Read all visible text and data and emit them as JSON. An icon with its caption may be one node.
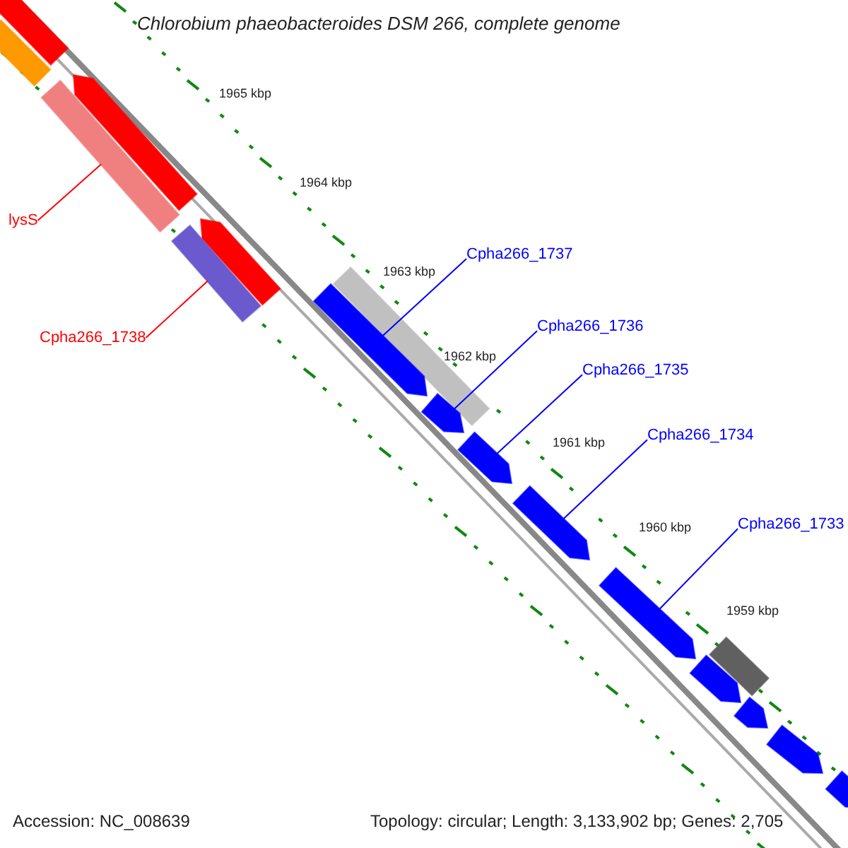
{
  "diagram": {
    "title": "Chlorobium phaeobacteroides DSM 266, complete genome",
    "nodes": [
      {
        "text": [],
        "shape": "arrow"
      },
      {
        "text": [],
        "shape": "bar"
      },
      {
        "text": [],
        "shape": "arrow"
      },
      {
        "text": [],
        "shape": "bar"
      },
      {
        "text": [],
        "shape": "arrow"
      },
      {
        "text": [],
        "shape": "bar"
      },
      {
        "text": [],
        "shape": "bar"
      },
      {
        "text": [],
        "shape": "arrow"
      },
      {
        "text": [],
        "shape": "arrow"
      },
      {
        "text": [],
        "shape": "arrow"
      },
      {
        "text": [],
        "shape": "arrow"
      },
      {
        "text": [],
        "shape": "arrow"
      },
      {
        "text": [],
        "shape": "bar"
      },
      {
        "text": [],
        "shape": "arrow"
      },
      {
        "text": [],
        "shape": "arrow"
      },
      {
        "text": [],
        "shape": "arrow"
      },
      {
        "text": [],
        "shape": "arrow"
      },
      {
        "text": [
          "lysS"
        ]
      },
      {
        "text": [
          "Cpha266_1738"
        ]
      },
      {
        "text": [
          "Cpha266_1737"
        ]
      },
      {
        "text": [
          "Cpha266_1736"
        ]
      },
      {
        "text": [
          "Cpha266_1735"
        ]
      },
      {
        "text": [
          "Cpha266_1734"
        ]
      },
      {
        "text": [
          "Cpha266_1733"
        ]
      }
    ],
    "edges": [
      {
        "from": 17,
        "to": 3,
        "arrow": "none",
        "color": "#ff0000"
      },
      {
        "from": 18,
        "to": 5,
        "arrow": "none",
        "color": "#ff0000"
      },
      {
        "from": 19,
        "to": 7,
        "arrow": "none"
      },
      {
        "from": 20,
        "to": 8,
        "arrow": "none"
      },
      {
        "from": 21,
        "to": 9,
        "arrow": "none"
      },
      {
        "from": 22,
        "to": 10,
        "arrow": "none"
      },
      {
        "from": 23,
        "to": 11,
        "arrow": "none"
      }
    ],
    "labels": [
      "1965 kbp",
      "1964 kbp",
      "1963 kbp",
      "1962 kbp",
      "1961 kbp",
      "1960 kbp",
      "1959 kbp",
      "Accession: NC_008639",
      "Topology: circular; Length: 3,133,902 bp; Genes: 2,705"
    ]
  }
}
